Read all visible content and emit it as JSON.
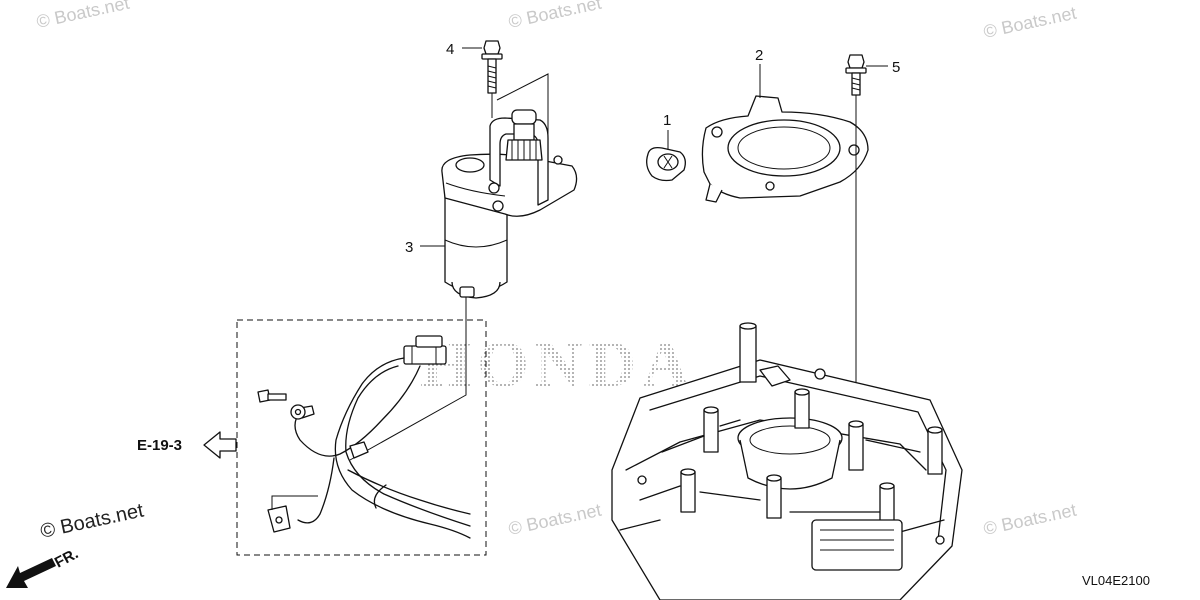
{
  "watermarks": [
    "© Boats.net",
    "© Boats.net",
    "© Boats.net",
    "© Boats.net",
    "© Boats.net",
    "© Boats.net"
  ],
  "brand_logo": "HONDA",
  "callouts": {
    "p1": "1",
    "p2": "2",
    "p3": "3",
    "p4": "4",
    "p5": "5"
  },
  "reference": "E-19-3",
  "direction": "FR.",
  "corner_watermark": "© Boats.net",
  "diagram_code": "VL04E2100"
}
